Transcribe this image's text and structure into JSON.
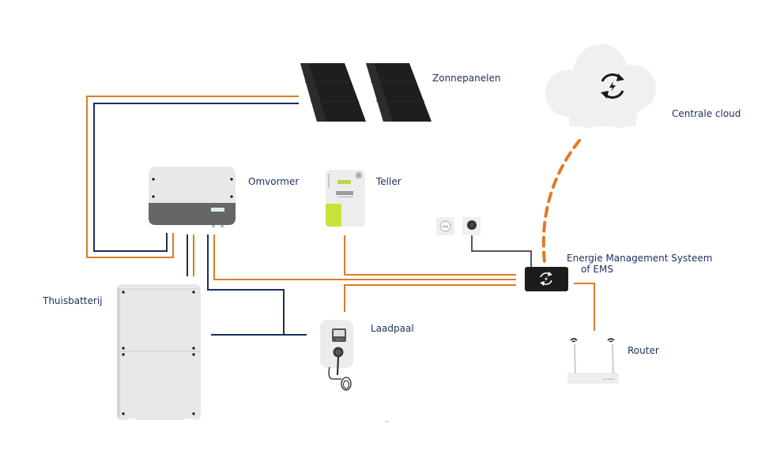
{
  "diagram": {
    "title": "",
    "colors": {
      "ac_line": "#e07b24",
      "dc_line": "#1b2f5c",
      "data_line": "#222222",
      "label": "#1b2f5c"
    },
    "components": {
      "solar_panels": {
        "label": "Zonnepanelen",
        "icon": "solar-panel-icon"
      },
      "cloud": {
        "label": "Centrale cloud",
        "icon": "sync-energy-icon"
      },
      "inverter": {
        "label": "Omvormer",
        "icon": "inverter-icon"
      },
      "meter": {
        "label": "Teller",
        "icon": "energy-meter-icon"
      },
      "ems": {
        "label_line1": "Energie Management Systeem",
        "label_line2": "of EMS",
        "icon": "sync-energy-icon"
      },
      "battery": {
        "label": "Thuisbatterij",
        "icon": "home-battery-icon"
      },
      "charger": {
        "label": "Laadpaal",
        "icon": "ev-charger-icon"
      },
      "router": {
        "label": "Router",
        "icon": "wifi-router-icon"
      },
      "sockets": {
        "icon": "wall-socket-icon"
      }
    },
    "connections": [
      {
        "from": "solar_panels",
        "to": "inverter",
        "type": "dc"
      },
      {
        "from": "inverter",
        "to": "battery",
        "type": "dc"
      },
      {
        "from": "inverter",
        "to": "charger",
        "type": "dc"
      },
      {
        "from": "inverter",
        "to": "ems",
        "type": "ac"
      },
      {
        "from": "meter",
        "to": "ems",
        "type": "ac"
      },
      {
        "from": "charger",
        "to": "ems",
        "type": "ac"
      },
      {
        "from": "smart_plug",
        "to": "ems",
        "type": "data"
      },
      {
        "from": "ems",
        "to": "router",
        "type": "ac"
      },
      {
        "from": "ems",
        "to": "cloud",
        "type": "wireless"
      }
    ]
  }
}
